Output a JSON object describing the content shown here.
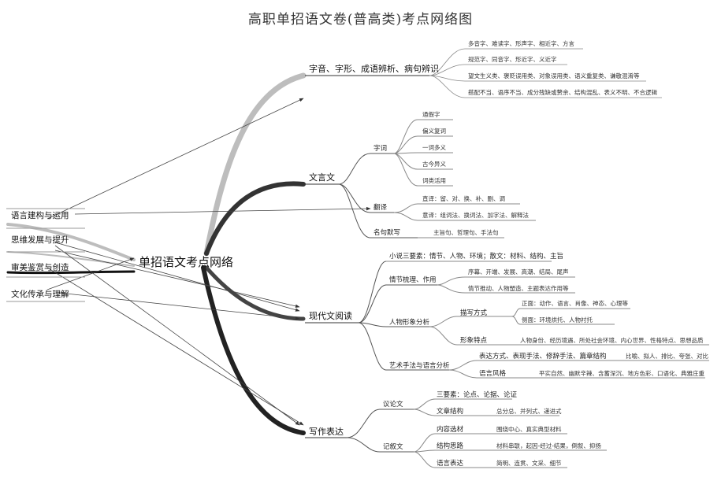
{
  "title": "高职单招语文卷(普高类)考点网络图",
  "center": "单招语文考点网络",
  "competencies": [
    "语言建构与运用",
    "思维发展与提升",
    "审美鉴赏与创造",
    "文化传承与理解"
  ],
  "sections": {
    "s1": {
      "label": "字音、字形、成语辨析、病句辨识",
      "leaves": [
        "多音字、难读字、形声字、相近字、方言",
        "规范字、同音字、形近字、义近字",
        "望文生义类、褒贬误用类、对象误用类、语义重复类、谦敬混淆等",
        "搭配不当、语序不当、成分残缺或赘余、结构混乱、表义不明、不合逻辑"
      ]
    },
    "s2": {
      "label": "文言文",
      "ciyu": {
        "label": "字词",
        "leaves": [
          "通假字",
          "偏义复词",
          "一词多义",
          "古今异义",
          "词类活用"
        ]
      },
      "fanyi": {
        "label": "翻译",
        "leaves": [
          "直译：留、对、换、补、删、调",
          "意译：组词法、换词法、加字法、解释法"
        ]
      },
      "mingju": {
        "label": "名句默写",
        "leaf": "主旨句、哲理句、手法句"
      }
    },
    "s3": {
      "label": "现代文阅读",
      "xiaoshuo": "小说三要素：情节、人物、环境；散文：材料、结构、主旨",
      "qingjie": {
        "label": "情节梳理、作用",
        "leaves": [
          "序幕、开端、发展、高潮、结局、尾声",
          "情节推动、人物塑造、主题表达作用等"
        ]
      },
      "renwu": {
        "label": "人物形象分析",
        "miaoxie": {
          "label": "描写方式",
          "leaves": [
            "正面：动作、语言、肖像、神态、心理等",
            "侧面：环境烘托、人物衬托"
          ]
        },
        "xingxiang": {
          "label": "形象特点",
          "leaf": "人物身份、经历境遇、所处社会环境、内心世界、性格特点、思想品质"
        }
      },
      "yishu": {
        "label": "艺术手法与语言分析",
        "biaoda": {
          "label": "表达方式、表现手法、修辞手法、篇章结构",
          "leaf": "比喻、拟人、排比、夸张、对比"
        },
        "fengge": {
          "label": "语言风格",
          "leaf": "平实自然、幽默辛辣、含蓄深沉、地方色彩、口语化、典雅庄重"
        }
      }
    },
    "s4": {
      "label": "写作表达",
      "yilun": {
        "label": "议论文",
        "items": [
          {
            "label": "三要素：论点、论据、论证",
            "value": ""
          },
          {
            "label": "文章结构",
            "value": "总分总、并列式、递进式"
          }
        ]
      },
      "jixu": {
        "label": "记叙文",
        "items": [
          {
            "label": "内容选材",
            "value": "围绕中心、真实典型材料"
          },
          {
            "label": "结构思路",
            "value": "材料串联，起因-经过-结果，倒叙、抑扬"
          },
          {
            "label": "语言表达",
            "value": "简明、连贯、文采、细节"
          }
        ]
      }
    }
  }
}
